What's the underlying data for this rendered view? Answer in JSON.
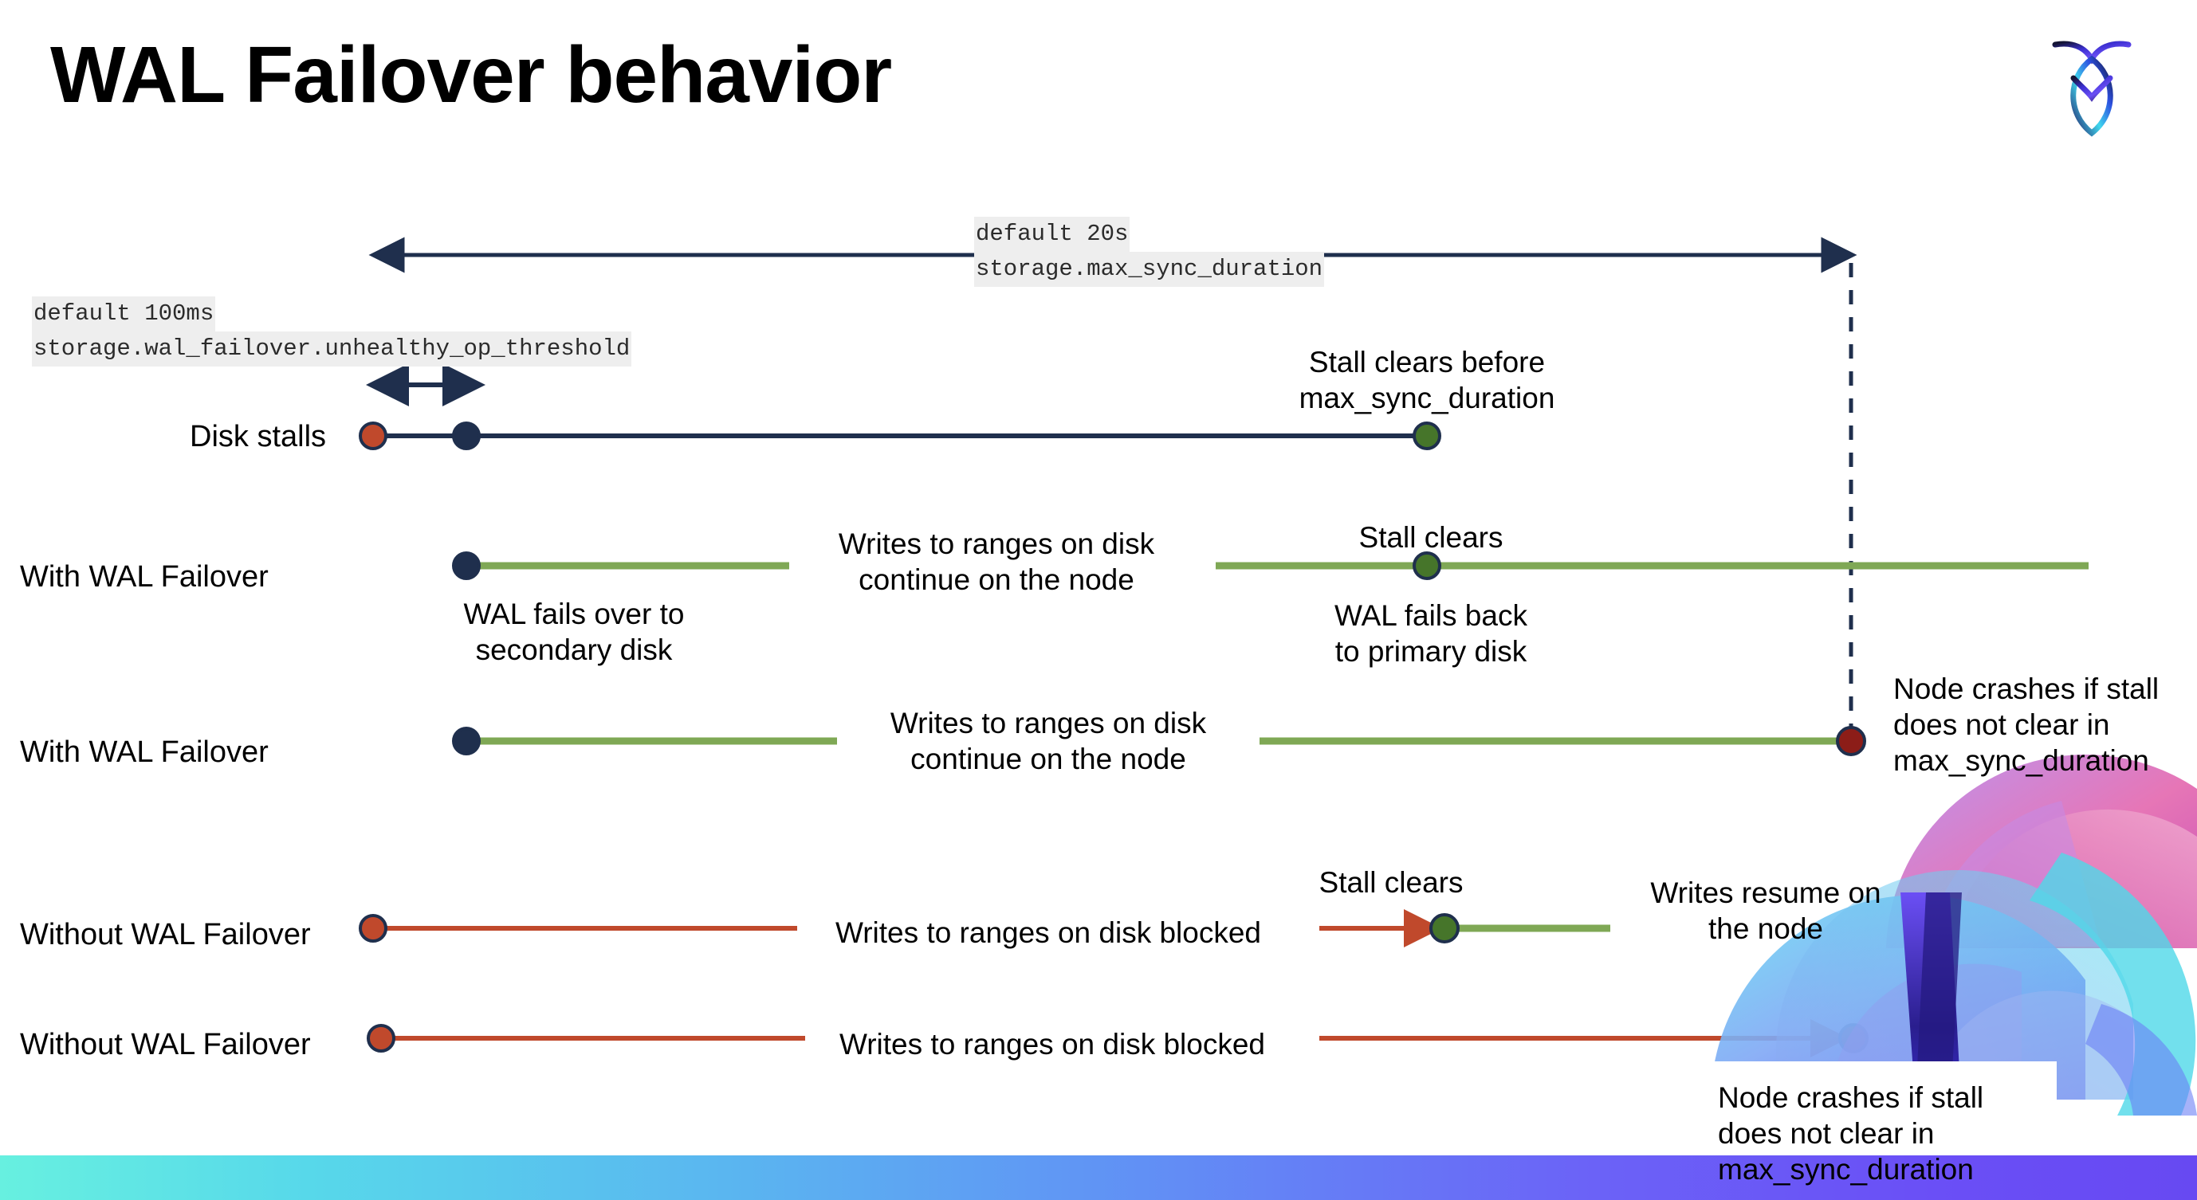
{
  "slide": {
    "title": "WAL Failover behavior",
    "logo_name": "cockroachdb-logo"
  },
  "settings": {
    "max_sync": {
      "default_line": "default 20s",
      "setting_line": "storage.max_sync_duration"
    },
    "unhealthy_op": {
      "default_line": "default 100ms",
      "setting_line": "storage.wal_failover.unhealthy_op_threshold"
    }
  },
  "rows": {
    "disk_stalls": {
      "label": "Disk stalls",
      "note": "Stall clears before\nmax_sync_duration"
    },
    "with_failover_1": {
      "label": "With WAL Failover",
      "note_start": "WAL fails over to\nsecondary disk",
      "note_middle": "Writes to ranges on disk\ncontinue on the node",
      "note_stall_clears": "Stall clears",
      "note_fail_back": "WAL fails  back\nto primary disk"
    },
    "with_failover_2": {
      "label": "With WAL Failover",
      "note_middle": "Writes to ranges on disk\ncontinue on the node",
      "note_crash": "Node crashes if stall\ndoes not clear in\nmax_sync_duration"
    },
    "without_failover_1": {
      "label": "Without WAL Failover",
      "note_blocked": "Writes to ranges on disk  blocked",
      "note_stall_clears": "Stall clears",
      "note_resume": "Writes resume on\nthe node"
    },
    "without_failover_2": {
      "label": "Without WAL Failover",
      "note_blocked": "Writes to ranges on disk  blocked",
      "note_crash": "Node crashes if stall\ndoes not clear in\nmax_sync_duration"
    }
  },
  "colors": {
    "navy": "#1F2F4D",
    "red": "#C0492C",
    "dark_red": "#8C1D18",
    "green_line": "#7FA855",
    "green_dot": "#46752A",
    "chip_bg": "#EEEEEE",
    "bar_start": "#67F0E0",
    "bar_end": "#6749F2"
  }
}
